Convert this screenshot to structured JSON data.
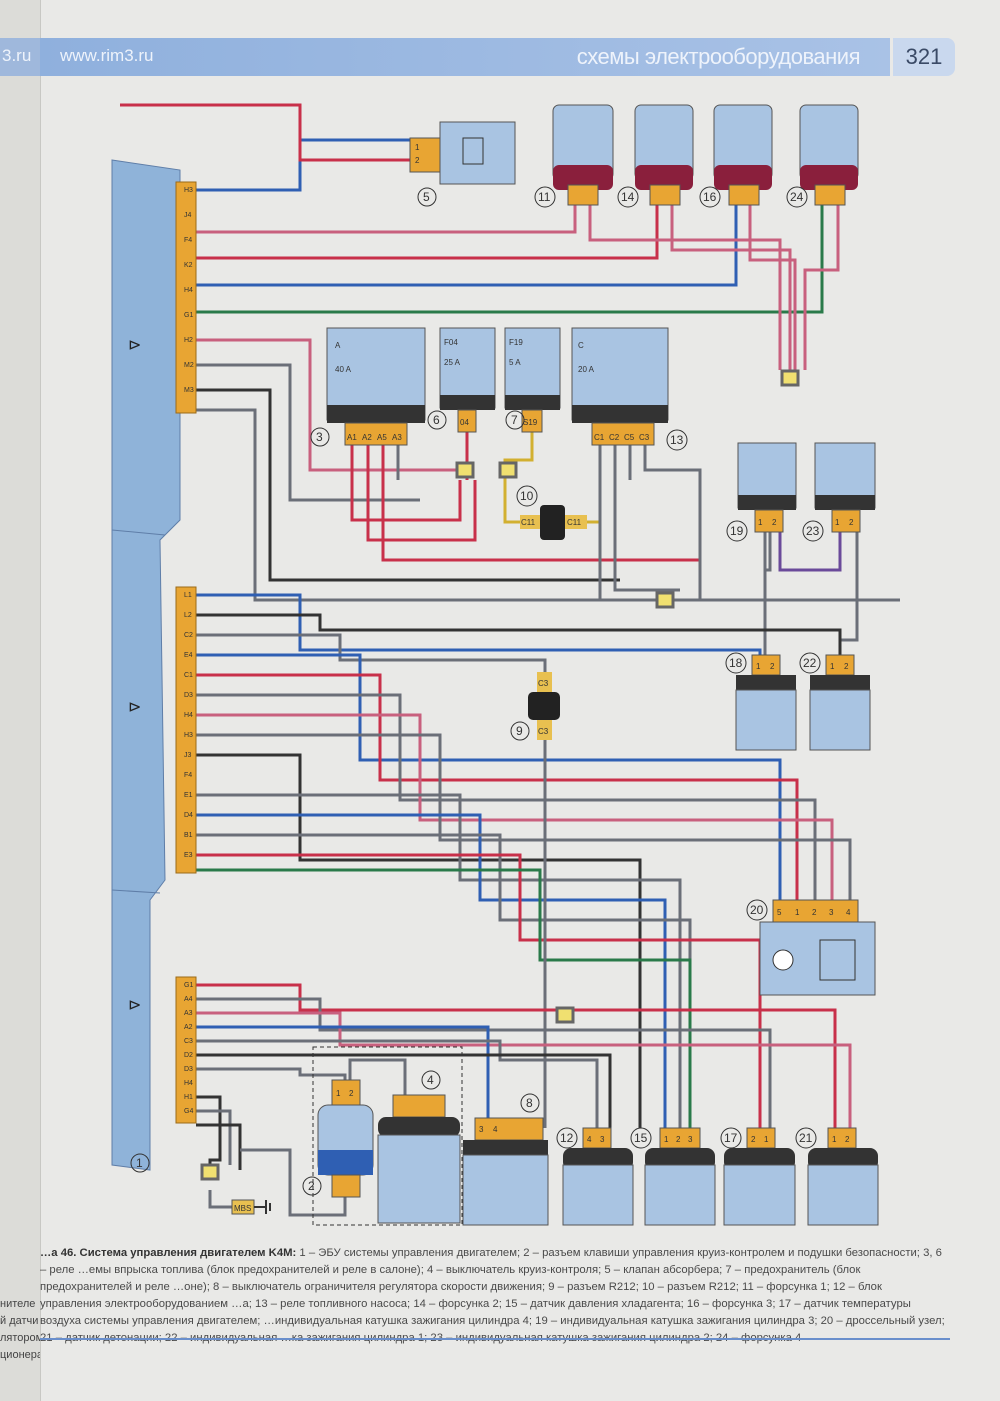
{
  "header": {
    "prev_site": "3.ru",
    "site": "www.rim3.ru",
    "section": "схемы электрооборудования",
    "page_number": "321"
  },
  "ecu": {
    "connector1_pins": [
      "H3",
      "J4",
      "F4",
      "K2",
      "H4",
      "G1",
      "H2",
      "M2",
      "M3"
    ],
    "connector2_pins": [
      "L1",
      "L2",
      "C2",
      "E4",
      "C1",
      "D3",
      "H4",
      "H3",
      "J3",
      "F4",
      "E1",
      "D4",
      "B1",
      "E3"
    ],
    "connector3_pins": [
      "G1",
      "A4",
      "A3",
      "A2",
      "C3",
      "D2",
      "D3",
      "H4",
      "H1",
      "G4"
    ],
    "label": "1"
  },
  "components": {
    "c2": "2",
    "c3": "3",
    "c4": "4",
    "c5": "5",
    "c6": "6",
    "c7": "7",
    "c8": "8",
    "c9": "9",
    "c10": "10",
    "c11": "11",
    "c12": "12",
    "c13": "13",
    "c14": "14",
    "c15": "15",
    "c16": "16",
    "c17": "17",
    "c18": "18",
    "c19": "19",
    "c20": "20",
    "c21": "21",
    "c22": "22",
    "c23": "23",
    "c24": "24"
  },
  "relay3": {
    "title": "A",
    "rating": "40 A",
    "pins": [
      "A1",
      "A2",
      "A5",
      "A3"
    ]
  },
  "fuse6": {
    "id": "F04",
    "rating": "25 A",
    "pin": "04"
  },
  "fuse7": {
    "id": "F19",
    "rating": "5 A",
    "pin": "S19"
  },
  "relay13": {
    "title": "C",
    "rating": "20 A",
    "pins": [
      "C1",
      "C2",
      "C5",
      "C3"
    ]
  },
  "conn10": {
    "pin_a": "C11",
    "pin_b": "C11"
  },
  "conn9": {
    "pin_a": "C3",
    "pin_b": "C3"
  },
  "throttle20_pins": [
    "5",
    "1",
    "2",
    "3",
    "4"
  ],
  "valve5_pins": [
    "1",
    "2"
  ],
  "ground_label": "MBS",
  "pin_1": "1",
  "pin_2": "2",
  "pin_3": "3",
  "pin_4": "4",
  "colors": {
    "blue": "#2f5fb3",
    "red": "#c8304a",
    "pink": "#c8607e",
    "green": "#2a7a4a",
    "gray": "#6b6f78",
    "dark": "#333333",
    "purple": "#6a4a9a",
    "yellow": "#d2b030",
    "ecu": "#8fb3d9",
    "connector": "#e8a533"
  },
  "caption": {
    "title": "…а 46. Система управления двигателем K4M:",
    "text": " 1 – ЭБУ системы управления двигателем; 2 – разъем клавиши управления круиз-контролем и подушки безопасности; 3, 6 – реле …емы впрыска топлива (блок предохранителей и реле в салоне); 4 – выключатель круиз-контроля; 5 – клапан абсорбера; 7 – предохранитель (блок предохранителей и реле …оне); 8 – выключатель ограничителя регулятора скорости движения; 9 – разъем R212; 10 – разъем R212; 11 – форсунка 1; 12 – блок управления электрооборудованием …а; 13 – реле топливного насоса; 14 – форсунка 2; 15 – датчик давления хладагента; 16 – форсунка 3; 17 – датчик температуры воздуха системы управления двигателем; …индивидуальная катушка зажигания цилиндра 4; 19 – индивидуальная катушка зажигания цилиндра 3; 20 – дроссельный узел; 21 – датчик детонации; 22 – индивидуальная …ка зажигания цилиндра 1; 23 – индивидуальная катушка зажигания цилиндра 2; 24 – форсунка 4"
  },
  "prev_page_caption": [
    "нителе",
    "й датчи",
    "лятором",
    "ционера"
  ]
}
